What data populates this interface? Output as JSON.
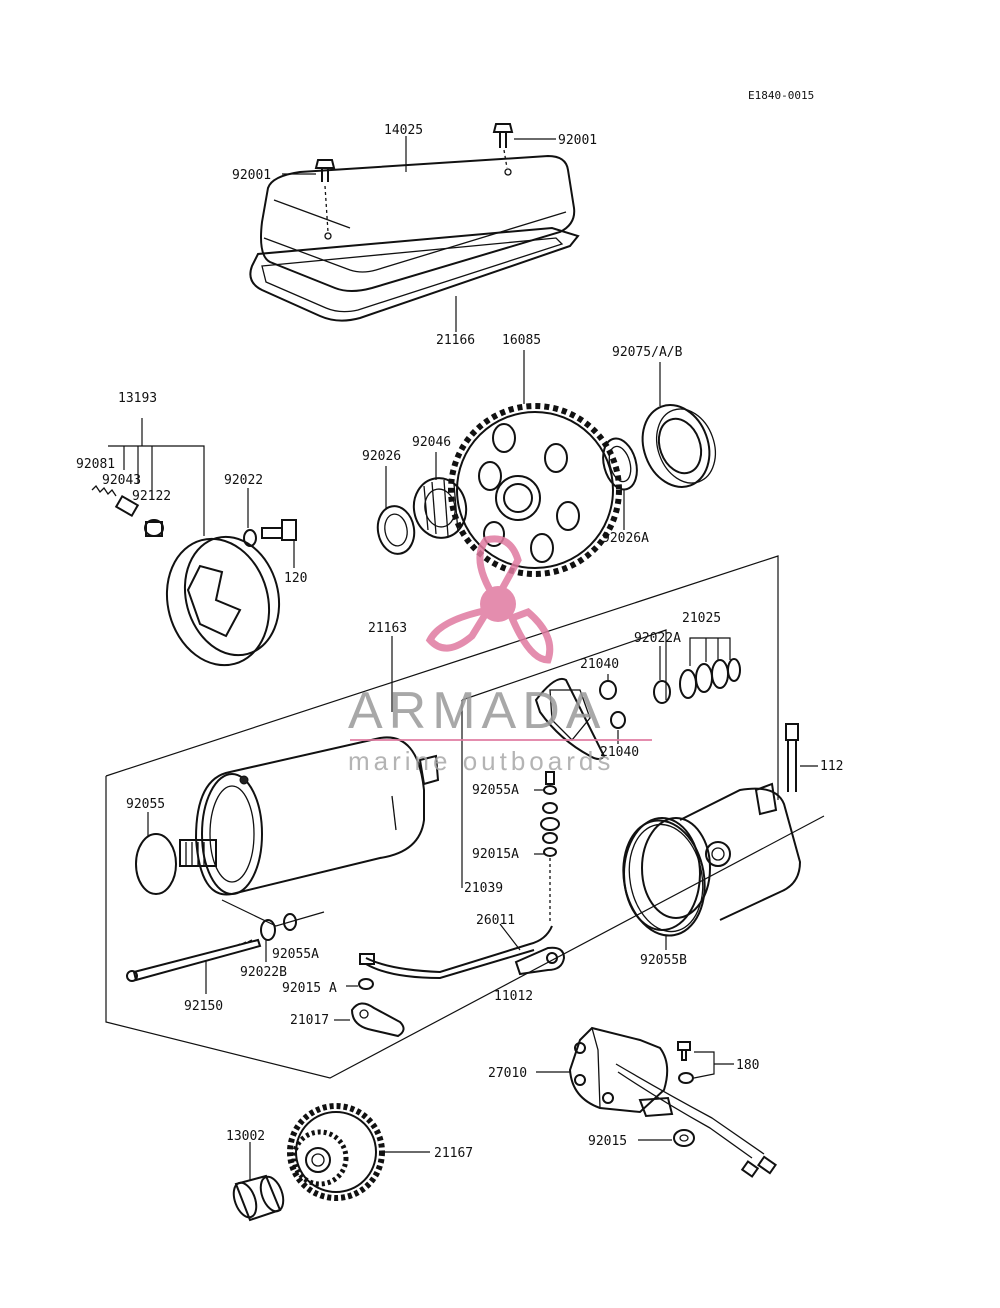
{
  "diagram": {
    "reference_code": "E1840-0015",
    "parts": {
      "p14025": "14025",
      "p92001_left": "92001",
      "p92001_right": "92001",
      "p21166": "21166",
      "p16085": "16085",
      "p92075": "92075/A/B",
      "p13193": "13193",
      "p92081": "92081",
      "p92043": "92043",
      "p92122": "92122",
      "p92022": "92022",
      "p120": "120",
      "p92026": "92026",
      "p92046": "92046",
      "p92026A": "92026A",
      "p21163": "21163",
      "p21025": "21025",
      "p92022A": "92022A",
      "p21040_top": "21040",
      "p21040_bottom": "21040",
      "p92055A_mid": "92055A",
      "p92015A_mid": "92015A",
      "p21039": "21039",
      "p92055": "92055",
      "p112": "112",
      "p26011": "26011",
      "p11012": "11012",
      "p92055B": "92055B",
      "p92055A_low": "92055A",
      "p92022B": "92022B",
      "p92015A_low": "92015 A",
      "p92150": "92150",
      "p21017": "21017",
      "p27010": "27010",
      "p180": "180",
      "p92015": "92015",
      "p13002": "13002",
      "p21167": "21167"
    }
  },
  "watermark": {
    "brand": "ARMADA",
    "tagline": "marine outboards",
    "accent_color": "#e07aa0"
  }
}
